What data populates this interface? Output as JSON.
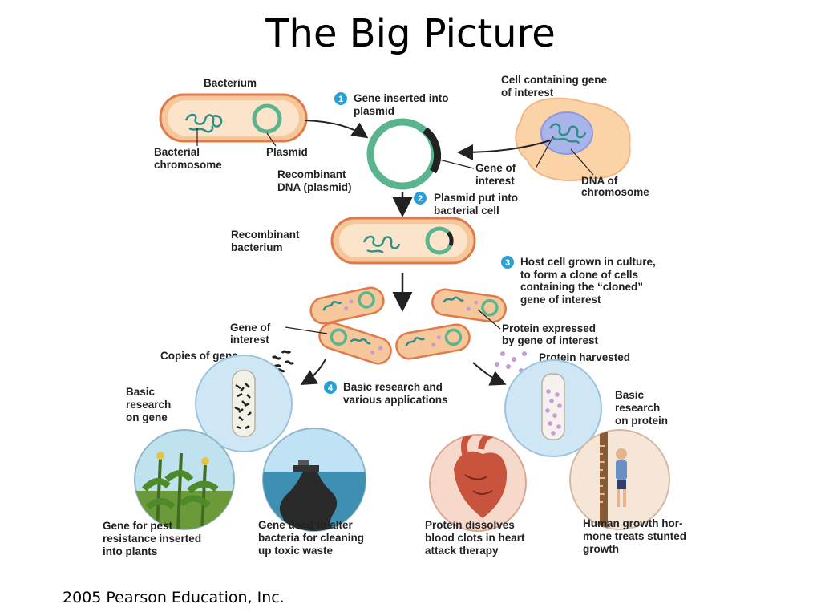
{
  "title": "The Big Picture",
  "credit": "2005 Pearson Education, Inc.",
  "colors": {
    "cell_fill": "#f6c79a",
    "cell_border": "#e07a4a",
    "cell_interior": "#fbe4c9",
    "dna": "#2e8f87",
    "plasmid": "#5ab58e",
    "gene_segment": "#222222",
    "protein": "#c89ad6",
    "nucleus": "#a9b4ea",
    "step_badge": "#2a9fd6",
    "culture_circle": "#cfe6f4"
  },
  "labels": {
    "bacterium": "Bacterium",
    "bacterial_chromosome_1": "Bacterial",
    "bacterial_chromosome_2": "chromosome",
    "plasmid": "Plasmid",
    "recombinant_dna_1": "Recombinant",
    "recombinant_dna_2": "DNA (plasmid)",
    "cell_gene_1": "Cell containing gene",
    "cell_gene_2": "of interest",
    "gene_of_interest_1": "Gene of",
    "gene_of_interest_2": "interest",
    "dna_chromosome_1": "DNA of",
    "dna_chromosome_2": "chromosome",
    "recombinant_bacterium_1": "Recombinant",
    "recombinant_bacterium_2": "bacterium",
    "gene_of_interest_b_1": "Gene of",
    "gene_of_interest_b_2": "interest",
    "copies_of_gene": "Copies of gene",
    "protein_expressed_1": "Protein expressed",
    "protein_expressed_2": "by gene of interest",
    "protein_harvested": "Protein harvested",
    "basic_research_gene_1": "Basic",
    "basic_research_gene_2": "research",
    "basic_research_gene_3": "on gene",
    "basic_research_protein_1": "Basic",
    "basic_research_protein_2": "research",
    "basic_research_protein_3": "on protein"
  },
  "steps": [
    {
      "number": "1",
      "line1": "Gene inserted into",
      "line2": "plasmid"
    },
    {
      "number": "2",
      "line1": "Plasmid put into",
      "line2": "bacterial cell"
    },
    {
      "number": "3",
      "line1": "Host cell grown in culture,",
      "line2": "to form a clone of cells",
      "line3": "containing the “cloned”",
      "line4": "gene of interest"
    },
    {
      "number": "4",
      "line1": "Basic research and",
      "line2": "various applications"
    }
  ],
  "applications": [
    {
      "line1": "Gene for pest",
      "line2": "resistance inserted",
      "line3": "into plants"
    },
    {
      "line1": "Gene used to alter",
      "line2": "bacteria for cleaning",
      "line3": "up toxic waste"
    },
    {
      "line1": "Protein dissolves",
      "line2": "blood clots in heart",
      "line3": "attack therapy"
    },
    {
      "line1": "Human growth hor-",
      "line2": "mone treats stunted",
      "line3": "growth"
    }
  ]
}
